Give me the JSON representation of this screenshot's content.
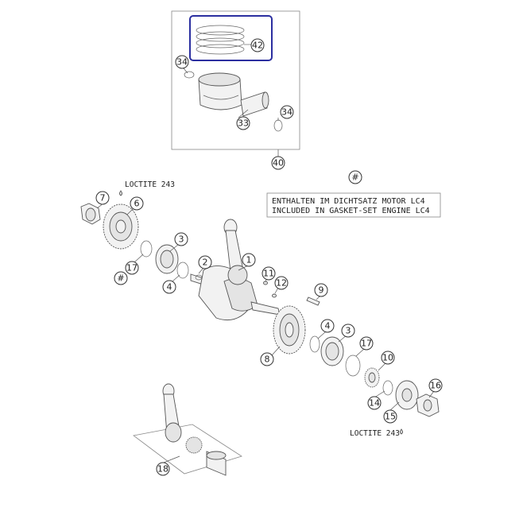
{
  "notes": {
    "loctite_top": "LOCTITE 243",
    "loctite_bottom": "LOCTITE 243",
    "legend_line1": "ENTHALTEN IM DICHTSATZ MOTOR LC4",
    "legend_line2": "INCLUDED IN GASKET-SET ENGINE LC4",
    "legend_symbol": "#"
  },
  "callouts": {
    "c42": "42",
    "c34a": "34",
    "c34b": "34",
    "c33": "33",
    "c40": "40",
    "c7": "7",
    "c6": "6",
    "c3a": "3",
    "c2": "2",
    "c1": "1",
    "c17a": "17",
    "c4a": "4",
    "hash": "#",
    "c11": "11",
    "c12": "12",
    "c9": "9",
    "c8": "8",
    "c4b": "4",
    "c3b": "3",
    "c17b": "17",
    "c10": "10",
    "c14": "14",
    "c15": "15",
    "c16": "16",
    "c18": "18"
  },
  "colors": {
    "highlight_box": "#2b2fa0",
    "outline": "#555555"
  }
}
